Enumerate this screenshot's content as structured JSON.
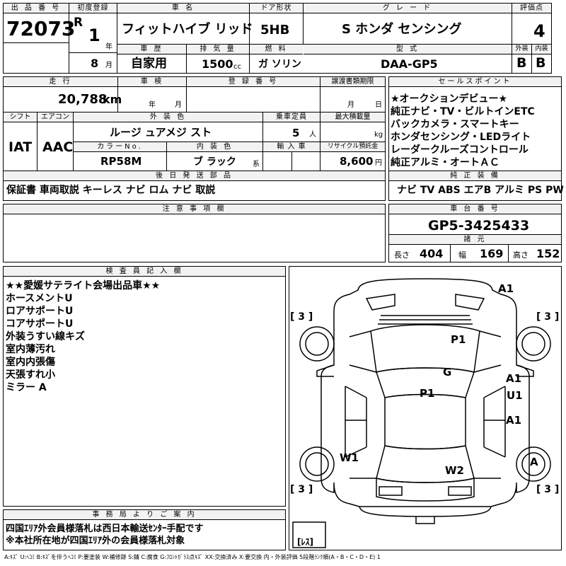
{
  "labels": {
    "lot_no": "出 品 番 号",
    "first_reg": "初度登録",
    "car_name": "車 名",
    "door_type": "ドア形状",
    "grade": "グ レ ー ド",
    "score": "評価点",
    "history": "車 歴",
    "displacement": "排 気 量",
    "fuel": "燃 料",
    "model": "型 式",
    "exterior": "外装",
    "interior": "内装",
    "mileage": "走 行",
    "inspection": "車 検",
    "reg_no": "登 録 番 号",
    "transfer_deadline": "譲渡書類期限",
    "selling_points": "セールスポイント",
    "shift": "シフト",
    "aircon": "エアコン",
    "ext_color": "外 装 色",
    "capacity": "乗車定員",
    "max_load": "最大積載量",
    "color_no": "カラーNo.",
    "int_color": "内 装 色",
    "import": "輸 入 車",
    "recycle": "リサイクル預託金",
    "later_parts": "後 日 発 送 部 品",
    "oem_equipment": "純 正 装 備",
    "notes": "注 意 事 項 欄",
    "chassis_no": "車 台 番 号",
    "specs": "諸 元",
    "inspector": "検 査 員 記 入 欄",
    "office": "事 務 局 よ り ご 案 内"
  },
  "units": {
    "year": "年",
    "month": "月",
    "km": "km",
    "cc": "cc",
    "people": "人",
    "kg": "kg",
    "yen": "円",
    "series": "系",
    "length": "長さ",
    "width": "幅",
    "height": "高さ"
  },
  "lot_no": "72073",
  "era": "R",
  "first_reg_year": "1",
  "first_reg_month": "8",
  "car_name": "フィットハイブ リッド",
  "door_type": "5HB",
  "grade": "S ホンダ センシング",
  "score": "4",
  "history": "自家用",
  "displacement": "1500",
  "fuel": "ガ ソリン",
  "model": "DAA-GP5",
  "ext_score": "B",
  "int_score": "B",
  "mileage": "20,788",
  "inspection_year": "年",
  "inspection_month": "月",
  "transfer_month": "月",
  "transfer_day": "日",
  "shift": "IAT",
  "aircon": "AAC",
  "ext_color": "ルージ ュアメジ スト",
  "capacity": "5",
  "color_no": "RP58M",
  "int_color": "ブ ラック",
  "recycle": "8,600",
  "selling_points": [
    "★オークションデビュー★",
    "純正ナビ・TV・ビルトインETC",
    "バックカメラ・スマートキー",
    "ホンダセンシング・LEDライト",
    "レーダークルーズコントロール",
    "純正アルミ・オートＡＣ"
  ],
  "later_parts": "保証書 車両取説 キーレス ナビ ロム ナビ 取説",
  "oem_equipment": "ナビ TV ABS エアB アルミ PS PW",
  "chassis_no": "GP5-3425433",
  "length": "404",
  "width": "169",
  "height": "152",
  "inspector_notes": [
    "★★愛媛サテライト会場出品車★★",
    "ホースメントU",
    "ロアサポートU",
    "コアサポートU",
    "外装うすい線キズ",
    "室内薄汚れ",
    "室内内張傷",
    "天張すれ小",
    "ミラー A"
  ],
  "office_notes": [
    "四国ｴﾘｱ外会員様落札は西日本輸送ｾﾝﾀｰ手配です",
    "※本社所在地が四国ｴﾘｱ外の会員様落札対象"
  ],
  "diagram_marks": {
    "a1_top": "A1",
    "tire_fl": "[ 3 ]",
    "tire_fr": "[ 3 ]",
    "tire_rl": "[ 3 ]",
    "tire_rr": "[ 3 ]",
    "p1_hood": "P1",
    "g_glass": "G",
    "p1_roof": "P1",
    "a1_door1": "A1",
    "u1_door": "U1",
    "a1_door2": "A1",
    "w1": "W1",
    "w2": "W2",
    "a_wheel": "A",
    "spare": "[ﾚｽ]"
  },
  "legend": "A:ｷｽﾞ U:ﾍｺﾐ B:ｷｽﾞを伴うﾍｺﾐ P:要塗装 W:補修跡 S:錆 C:腐食 G:ﾌﾛﾝﾄｶﾞﾗｽ点ｷｽﾞ XX:交換済み X:要交換  内・外装評価 5段階ﾗﾝｸ順(A・B・C・D・E) 1"
}
